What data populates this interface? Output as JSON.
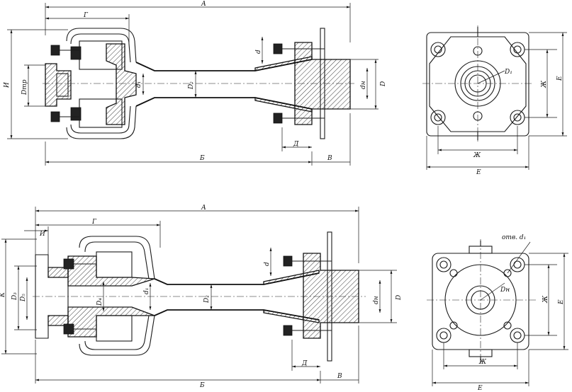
{
  "top_side": {
    "dim_A": "А",
    "dim_G": "Г",
    "dim_I": "И",
    "dim_Dtr": "Dтр",
    "dim_d1": "d₁",
    "dim_D2": "D₂",
    "dim_d": "d",
    "dim_dn": "dн",
    "dim_D": "D",
    "dim_Dsmall": "Д",
    "dim_B": "Б",
    "dim_V": "В"
  },
  "top_end": {
    "dim_D1": "D₁",
    "dim_Zh": "Ж",
    "dim_E_right": "Е",
    "dim_Zh_bottom": "Ж",
    "dim_E_bottom": "Е"
  },
  "bottom_side": {
    "dim_A": "А",
    "dim_G": "Г",
    "dim_I": "И",
    "dim_K": "К",
    "dim_D3": "D₃",
    "dim_D5": "D₅",
    "dim_D4": "D₄",
    "dim_d1": "d₁",
    "dim_D2": "D₂",
    "dim_d": "d",
    "dim_dn": "dн",
    "dim_D": "D",
    "dim_Dsmall": "Д",
    "dim_B": "Б",
    "dim_V": "В"
  },
  "bottom_end": {
    "hole_note": "отв. d₁",
    "dim_Dn": "Dн",
    "dim_Zh": "Ж",
    "dim_E_right": "Е",
    "dim_Zh_bottom": "Ж",
    "dim_E_bottom": "Е"
  }
}
